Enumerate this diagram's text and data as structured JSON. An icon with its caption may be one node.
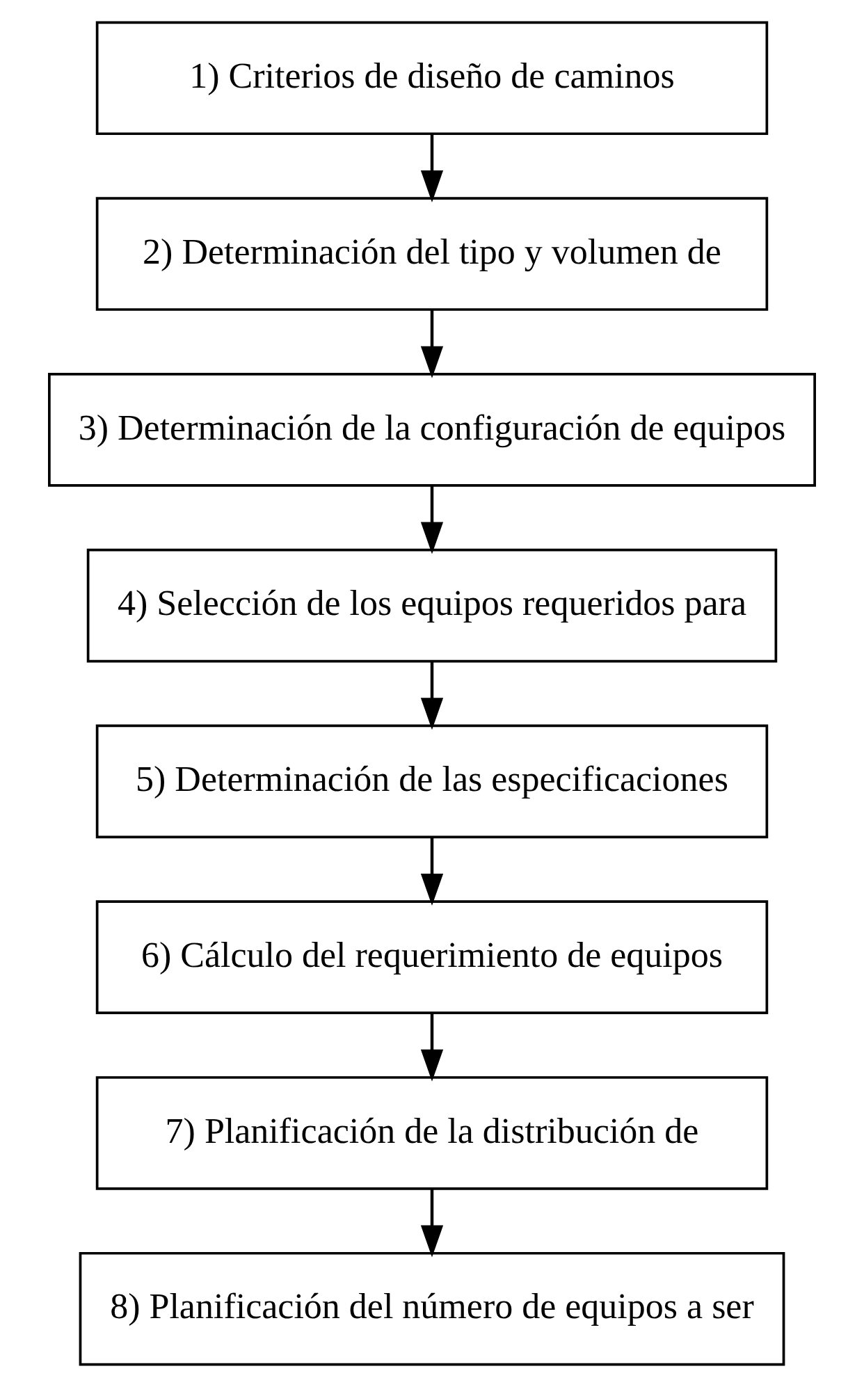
{
  "diagram": {
    "nodes": [
      {
        "text": [
          "1) Criterios de diseño de caminos"
        ]
      },
      {
        "text": [
          "2) Determinación del tipo y volumen de"
        ]
      },
      {
        "text": [
          "3) Determinación de la configuración de equipos"
        ]
      },
      {
        "text": [
          "4) Selección de los equipos requeridos para"
        ]
      },
      {
        "text": [
          "5) Determinación de las especificaciones"
        ]
      },
      {
        "text": [
          "6) Cálculo del requerimiento de equipos"
        ]
      },
      {
        "text": [
          "7) Planificación de la distribución de"
        ]
      },
      {
        "text": [
          "8) Planificación del número de equipos a ser"
        ]
      }
    ],
    "edges": [
      {
        "from": 0,
        "to": 1,
        "arrow": "to"
      },
      {
        "from": 1,
        "to": 2,
        "arrow": "to"
      },
      {
        "from": 2,
        "to": 3,
        "arrow": "to"
      },
      {
        "from": 3,
        "to": 4,
        "arrow": "to"
      },
      {
        "from": 4,
        "to": 5,
        "arrow": "to"
      },
      {
        "from": 5,
        "to": 6,
        "arrow": "to"
      },
      {
        "from": 6,
        "to": 7,
        "arrow": "to"
      }
    ]
  }
}
